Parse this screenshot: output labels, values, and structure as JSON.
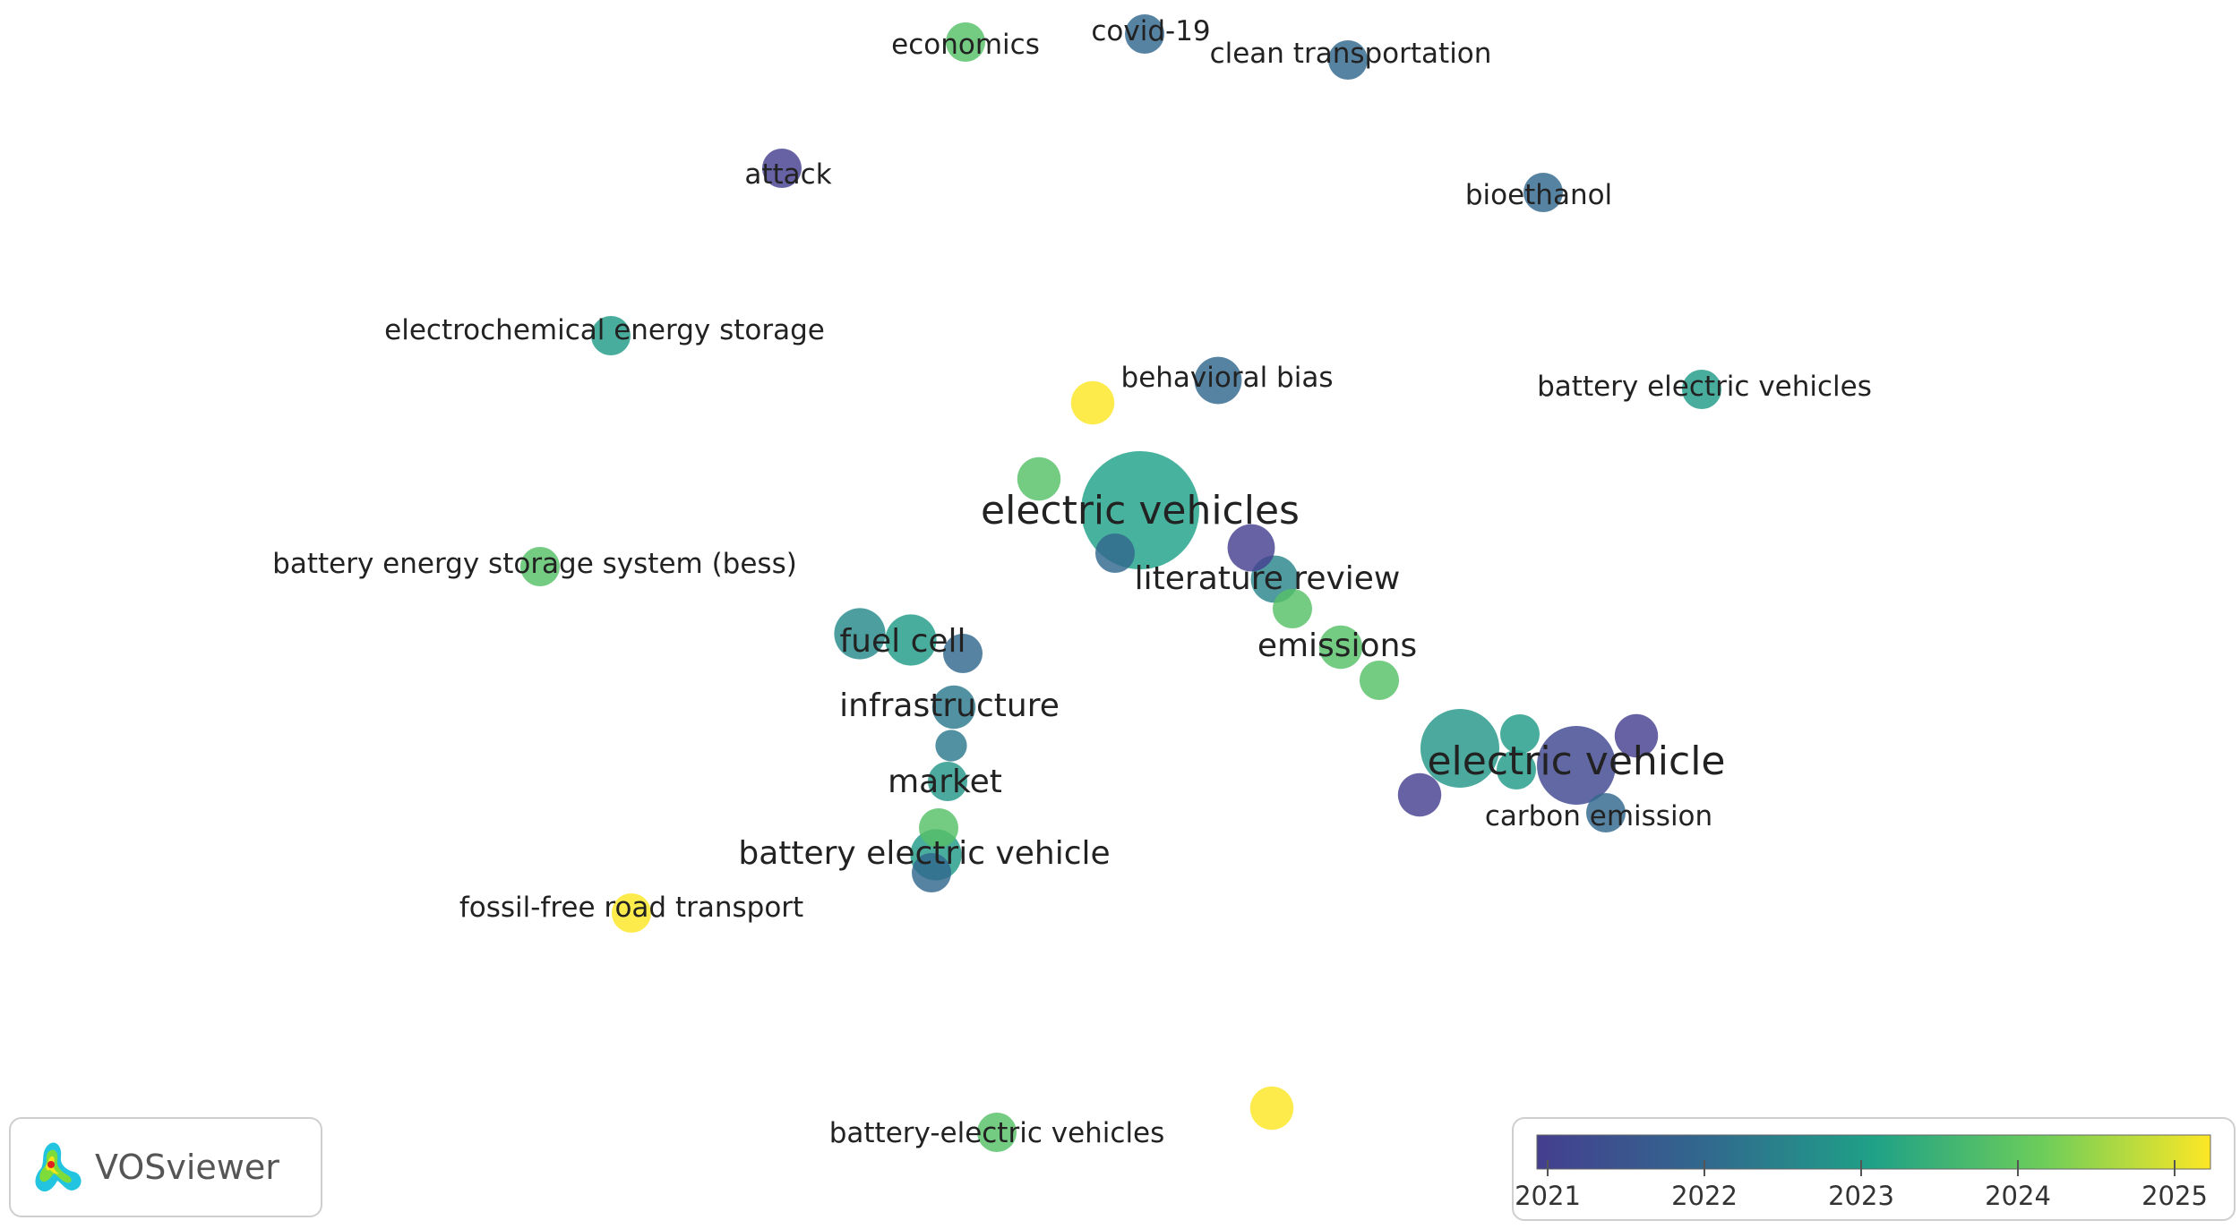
{
  "app": {
    "brand": "VOSviewer"
  },
  "legend": {
    "ticks": [
      "2021",
      "2022",
      "2023",
      "2024",
      "2025"
    ],
    "colors": [
      "#443f8f",
      "#31688e",
      "#1fa187",
      "#6ccd5a",
      "#fde725"
    ]
  },
  "nodes": [
    {
      "label": "economics",
      "year": 2023.7,
      "weight": 1,
      "label_size": "small"
    },
    {
      "label": "covid-19",
      "year": 2022.0,
      "weight": 1,
      "label_size": "small"
    },
    {
      "label": "clean transportation",
      "year": 2022.0,
      "weight": 1,
      "label_size": "small"
    },
    {
      "label": "attack",
      "year": 2021.0,
      "weight": 1,
      "label_size": "small"
    },
    {
      "label": "bioethanol",
      "year": 2022.0,
      "weight": 1,
      "label_size": "small"
    },
    {
      "label": "electrochemical energy storage",
      "year": 2022.9,
      "weight": 1,
      "label_size": "small"
    },
    {
      "label": "behavioral bias",
      "year": 2022.0,
      "weight": 1.2,
      "label_size": "small"
    },
    {
      "label": "battery electric vehicles",
      "year": 2022.9,
      "weight": 1,
      "label_size": "small"
    },
    {
      "label": "electric vehicles",
      "year": 2023.0,
      "weight": 3,
      "label_size": "large"
    },
    {
      "label": "battery energy storage system (bess)",
      "year": 2023.7,
      "weight": 1,
      "label_size": "small"
    },
    {
      "label": "literature review",
      "year": 2022.5,
      "weight": 1.2,
      "label_size": "medium"
    },
    {
      "label": "fuel cell",
      "year": 2022.6,
      "weight": 1.3,
      "label_size": "medium"
    },
    {
      "label": "emissions",
      "year": 2023.7,
      "weight": 1.1,
      "label_size": "medium"
    },
    {
      "label": "infrastructure",
      "year": 2022.3,
      "weight": 1.1,
      "label_size": "medium"
    },
    {
      "label": "market",
      "year": 2022.8,
      "weight": 1,
      "label_size": "medium"
    },
    {
      "label": "electric vehicle",
      "year": 2021.2,
      "weight": 2,
      "label_size": "large"
    },
    {
      "label": "carbon emission",
      "year": 2022.0,
      "weight": 1,
      "label_size": "small"
    },
    {
      "label": "battery electric vehicle",
      "year": 2022.9,
      "weight": 1.3,
      "label_size": "medium"
    },
    {
      "label": "fossil-free road transport",
      "year": 2025.0,
      "weight": 1,
      "label_size": "small"
    },
    {
      "label": "battery-electric vehicles",
      "year": 2023.7,
      "weight": 1,
      "label_size": "small"
    },
    {
      "label": "",
      "year": 2025.0,
      "weight": 1.1
    },
    {
      "label": "",
      "year": 2023.7,
      "weight": 1.1
    },
    {
      "label": "",
      "year": 2022.0,
      "weight": 1
    },
    {
      "label": "",
      "year": 2021.0,
      "weight": 1.2
    },
    {
      "label": "",
      "year": 2023.7,
      "weight": 1
    },
    {
      "label": "",
      "year": 2023.7,
      "weight": 1
    },
    {
      "label": "",
      "year": 2022.9,
      "weight": 1.3
    },
    {
      "label": "",
      "year": 2022.0,
      "weight": 1
    },
    {
      "label": "",
      "year": 2022.3,
      "weight": 0.8
    },
    {
      "label": "",
      "year": 2023.7,
      "weight": 1
    },
    {
      "label": "",
      "year": 2022.0,
      "weight": 1
    },
    {
      "label": "",
      "year": 2022.8,
      "weight": 2
    },
    {
      "label": "",
      "year": 2022.9,
      "weight": 1
    },
    {
      "label": "",
      "year": 2022.9,
      "weight": 1
    },
    {
      "label": "",
      "year": 2021.0,
      "weight": 1.1
    },
    {
      "label": "",
      "year": 2021.0,
      "weight": 1.1
    },
    {
      "label": "",
      "year": 2025.0,
      "weight": 1.1
    }
  ]
}
